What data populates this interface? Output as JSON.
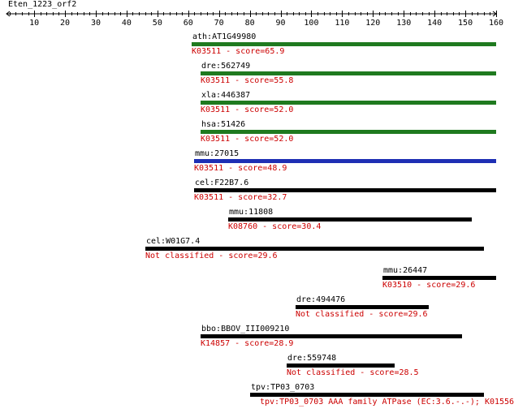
{
  "query": {
    "title": "Eten_1223_orf2",
    "axis_min": 1,
    "axis_max": 160,
    "tick_labels": [
      "10",
      "20",
      "30",
      "40",
      "50",
      "60",
      "70",
      "80",
      "90",
      "100",
      "110",
      "120",
      "130",
      "140",
      "150",
      "160"
    ]
  },
  "colors": {
    "green": "#1f7a1f",
    "blue": "#1e2fb4",
    "black": "#000000",
    "annotation": "#cc0000"
  },
  "hits": [
    {
      "name": "ath:AT1G49980",
      "start": 61,
      "end": 160,
      "color": "green",
      "annotation": "K03511 - score=65.9"
    },
    {
      "name": "dre:562749",
      "start": 64,
      "end": 160,
      "color": "green",
      "annotation": "K03511 - score=55.8"
    },
    {
      "name": "xla:446387",
      "start": 64,
      "end": 160,
      "color": "green",
      "annotation": "K03511 - score=52.0"
    },
    {
      "name": "hsa:51426",
      "start": 64,
      "end": 160,
      "color": "green",
      "annotation": "K03511 - score=52.0"
    },
    {
      "name": "mmu:27015",
      "start": 62,
      "end": 160,
      "color": "blue",
      "annotation": "K03511 - score=48.9"
    },
    {
      "name": "cel:F22B7.6",
      "start": 62,
      "end": 160,
      "color": "black",
      "annotation": "K03511 - score=32.7"
    },
    {
      "name": "mmu:11808",
      "start": 73,
      "end": 152,
      "color": "black",
      "annotation": "K08760 - score=30.4"
    },
    {
      "name": "cel:W01G7.4",
      "start": 46,
      "end": 156,
      "color": "black",
      "annotation": "Not classified - score=29.6"
    },
    {
      "name": "mmu:26447",
      "start": 123,
      "end": 160,
      "color": "black",
      "annotation": "K03510 - score=29.6"
    },
    {
      "name": "dre:494476",
      "start": 95,
      "end": 138,
      "color": "black",
      "annotation": "Not classified - score=29.6"
    },
    {
      "name": "bbo:BBOV_III009210",
      "start": 64,
      "end": 149,
      "color": "black",
      "annotation": "K14857 - score=28.9"
    },
    {
      "name": "dre:559748",
      "start": 92,
      "end": 127,
      "color": "black",
      "annotation": "Not classified - score=28.5"
    },
    {
      "name": "tpv:TP03_0703",
      "start": 80,
      "end": 156,
      "color": "black",
      "annotation": "tpv:TP03_0703  AAA family ATPase (EC:3.6.-.-); K01556"
    }
  ]
}
